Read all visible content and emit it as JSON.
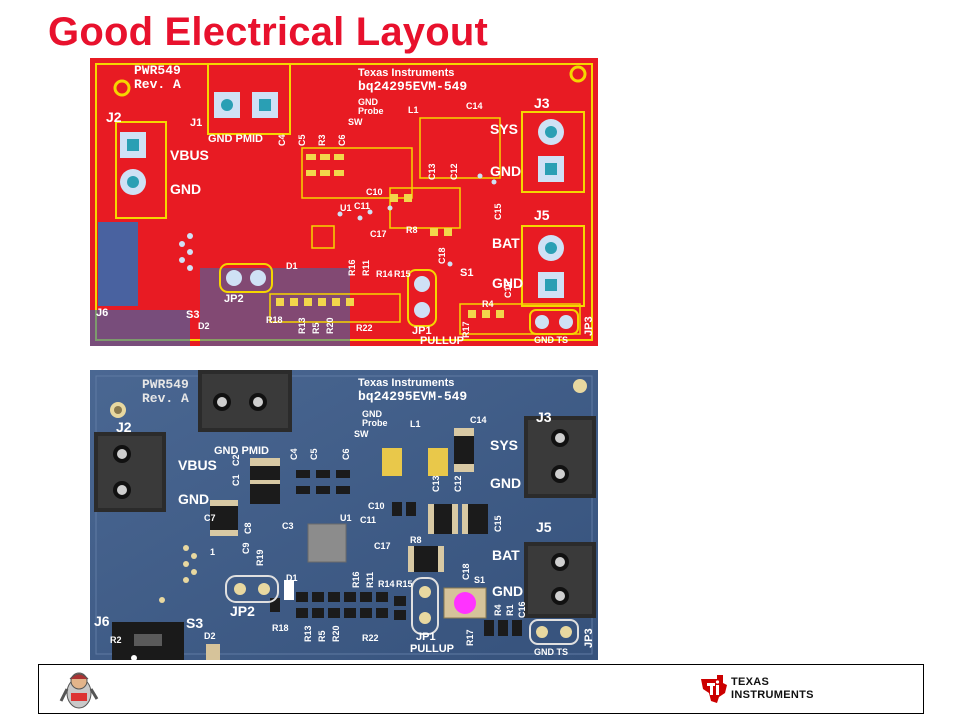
{
  "slide": {
    "title": "Good Electrical Layout"
  },
  "top_board": {
    "labels": {
      "pwr": "PWR549",
      "rev": "Rev. A",
      "ti": "Texas Instruments",
      "part": "bq24295EVM-549",
      "j1": "J1",
      "j2": "J2",
      "j3": "J3",
      "j5": "J5",
      "j6": "J6",
      "jp1": "JP1",
      "jp2": "JP2",
      "jp3": "JP3",
      "s1": "S1",
      "s3": "S3",
      "l1": "L1",
      "u1": "U1",
      "d1": "D1",
      "d2": "D2",
      "gnd_pmid": "GND PMID",
      "vbus": "VBUS",
      "gnd_left": "GND",
      "sys": "SYS",
      "gnd_sys": "GND",
      "bat": "BAT",
      "gnd_bat": "GND",
      "gnd_probe": "GND Probe",
      "sw": "SW",
      "pullup": "PULLUP",
      "gnd_ts": "GND TS",
      "c4": "C4",
      "c5": "C5",
      "c6": "C6",
      "r3": "R3",
      "c13": "C13",
      "c12": "C12",
      "c14": "C14",
      "c15": "C15",
      "c10": "C10",
      "c11": "C11",
      "c17": "C17",
      "c18": "C18",
      "r8": "R8",
      "r14": "R14",
      "r15": "R15",
      "r16": "R16",
      "r11": "R11",
      "r18": "R18",
      "r13": "R13",
      "r5": "R5",
      "r20": "R20",
      "r22": "R22",
      "r4": "R4",
      "r17": "R17",
      "c16": "C16"
    }
  },
  "bottom_board": {
    "labels": {
      "pwr": "PWR549",
      "rev": "Rev. A",
      "ti": "Texas Instruments",
      "part": "bq24295EVM-549",
      "j2": "J2",
      "j3": "J3",
      "j5": "J5",
      "j6": "J6",
      "jp1": "JP1",
      "jp2": "JP2",
      "jp3": "JP3",
      "s1": "S1",
      "s3": "S3",
      "l1": "L1",
      "u1": "U1",
      "d1": "D1",
      "d2": "D2",
      "r2": "R2",
      "gnd_pmid": "GND PMID",
      "vbus": "VBUS",
      "gnd_left": "GND",
      "sys": "SYS",
      "gnd_sys": "GND",
      "bat": "BAT",
      "gnd_bat": "GND",
      "gnd_probe": "GND Probe",
      "sw": "SW",
      "pullup": "PULLUP",
      "gnd_ts": "GND TS",
      "c1": "C1",
      "c2": "C2",
      "c3": "C3",
      "c4": "C4",
      "c5": "C5",
      "c6": "C6",
      "c7": "C7",
      "c8": "C8",
      "c9": "C9",
      "c10": "C10",
      "c11": "C11",
      "c12": "C12",
      "c13": "C13",
      "c14": "C14",
      "c15": "C15",
      "c16": "C16",
      "c17": "C17",
      "c18": "C18",
      "r8": "R8",
      "r11": "R11",
      "r14": "R14",
      "r15": "R15",
      "r16": "R16",
      "r17": "R17",
      "r18": "R18",
      "r19": "R19",
      "r13": "R13",
      "r5": "R5",
      "r20": "R20",
      "r22": "R22",
      "r4": "R4",
      "r1": "R1",
      "pin1": "1"
    }
  },
  "footer": {
    "logo_line1": "TEXAS",
    "logo_line2": "INSTRUMENTS"
  },
  "colors": {
    "title": "#e8112d",
    "top_pcb": "#e81b23",
    "bottom_pcb": "#3d5a86",
    "silkscreen": "#ffffff",
    "switch_button": "#ff33ff"
  }
}
